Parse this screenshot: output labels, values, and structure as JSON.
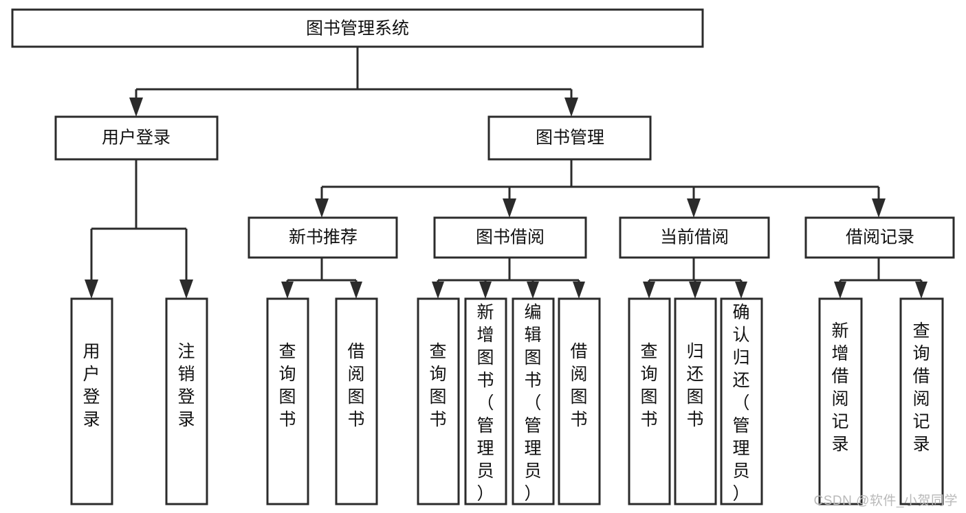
{
  "diagram": {
    "type": "tree-hierarchy",
    "root": {
      "id": "root",
      "label": "图书管理系统"
    },
    "level2": [
      {
        "id": "user-login",
        "label": "用户登录"
      },
      {
        "id": "book-management",
        "label": "图书管理"
      }
    ],
    "level3": [
      {
        "id": "new-book-recommend",
        "label": "新书推荐",
        "parent": "book-management"
      },
      {
        "id": "book-borrow",
        "label": "图书借阅",
        "parent": "book-management"
      },
      {
        "id": "current-borrow",
        "label": "当前借阅",
        "parent": "book-management"
      },
      {
        "id": "borrow-record",
        "label": "借阅记录",
        "parent": "book-management"
      }
    ],
    "leaves": [
      {
        "id": "leaf-user-login",
        "label": "用户登录",
        "parent": "user-login"
      },
      {
        "id": "leaf-logout-login",
        "label": "注销登录",
        "parent": "user-login"
      },
      {
        "id": "leaf-query-book-1",
        "label": "查询图书",
        "parent": "new-book-recommend"
      },
      {
        "id": "leaf-borrow-book-1",
        "label": "借阅图书",
        "parent": "new-book-recommend"
      },
      {
        "id": "leaf-query-book-2",
        "label": "查询图书",
        "parent": "book-borrow"
      },
      {
        "id": "leaf-add-book",
        "label": "新增图书（管理员）",
        "parent": "book-borrow"
      },
      {
        "id": "leaf-edit-book",
        "label": "编辑图书（管理员）",
        "parent": "book-borrow"
      },
      {
        "id": "leaf-borrow-book-2",
        "label": "借阅图书",
        "parent": "book-borrow"
      },
      {
        "id": "leaf-query-book-3",
        "label": "查询图书",
        "parent": "current-borrow"
      },
      {
        "id": "leaf-return-book",
        "label": "归还图书",
        "parent": "current-borrow"
      },
      {
        "id": "leaf-confirm-return",
        "label": "确认归还（管理员）",
        "parent": "current-borrow"
      },
      {
        "id": "leaf-add-borrow-record",
        "label": "新增借阅记录",
        "parent": "borrow-record"
      },
      {
        "id": "leaf-query-borrow-record",
        "label": "查询借阅记录",
        "parent": "borrow-record"
      }
    ],
    "colors": {
      "stroke": "#2b2b2b",
      "fill": "#ffffff",
      "text": "#111111",
      "watermark": "#b9b9b9",
      "background": "#ffffff"
    }
  },
  "watermark": {
    "text": "CSDN @软件_小贺同学"
  }
}
